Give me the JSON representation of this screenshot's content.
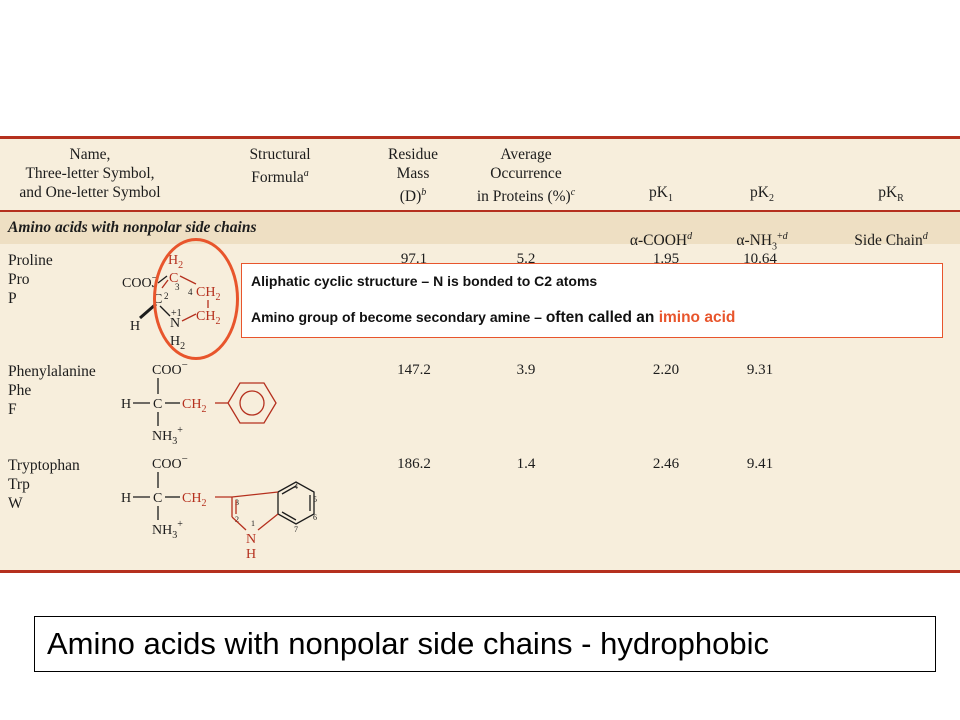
{
  "table": {
    "headers": {
      "name": "Name,\nThree-letter Symbol,\nand One-letter Symbol",
      "formula": "Structural\nFormula",
      "formula_sup": "a",
      "mass": "Residue\nMass\n(D)",
      "mass_sup": "b",
      "occurrence": "Average\nOccurrence\nin Proteins (%)",
      "occurrence_sup": "c",
      "pk1_label": "pK",
      "pk1_sub": "1",
      "pk1_group": "α-COOH",
      "pk1_sup": "d",
      "pk2_label": "pK",
      "pk2_sub": "2",
      "pk2_group": "α-NH",
      "pk2_group_sub": "3",
      "pk2_group_sup": "+",
      "pk2_sup": "d",
      "pkr_label": "pK",
      "pkr_sub": "R",
      "pkr_group": "Side Chain",
      "pkr_sup": "d"
    },
    "section_title": "Amino acids with nonpolar side chains",
    "rows": [
      {
        "name": "Proline\nPro\nP",
        "mass": "97.1",
        "occurrence": "5.2",
        "pk1": "1.95",
        "pk2": "10.64",
        "formula_labels": {
          "coo": "COO",
          "charge_minus": "−",
          "h2_top": "H",
          "two": "2",
          "c_top": "C",
          "ch2_right_top": "CH",
          "ch2_right_bottom": "CH",
          "c_alpha": "C",
          "n3": "3",
          "n4": "4",
          "n2": "2",
          "plus1": "+1",
          "h": "H",
          "n": "N",
          "h2_bottom": "H"
        }
      },
      {
        "name": "Phenylalanine\nPhe\nF",
        "mass": "147.2",
        "occurrence": "3.9",
        "pk1": "2.20",
        "pk2": "9.31",
        "formula_labels": {
          "coo": "COO",
          "charge_minus": "−",
          "h": "H",
          "c": "C",
          "ch2": "CH",
          "two": "2",
          "nh3": "NH",
          "three": "3",
          "plus": "+"
        }
      },
      {
        "name": "Tryptophan\nTrp\nW",
        "mass": "186.2",
        "occurrence": "1.4",
        "pk1": "2.46",
        "pk2": "9.41",
        "formula_labels": {
          "coo": "COO",
          "charge_minus": "−",
          "h": "H",
          "c": "C",
          "ch2": "CH",
          "two": "2",
          "nh3": "NH",
          "three": "3",
          "plus": "+",
          "ring_n": "N",
          "ring_h": "H",
          "r1": "1",
          "r2": "2",
          "r3": "3",
          "r4": "4",
          "r5": "5",
          "r6": "6",
          "r7": "7"
        }
      }
    ]
  },
  "callout": {
    "line1": "Aliphatic cyclic structure – N is bonded to C2 atoms",
    "line2_main": "Amino group of become secondary amine – ",
    "line2_tail": "often called an ",
    "line2_highlight": "imino acid"
  },
  "caption": "Amino acids with nonpolar side chains - hydrophobic",
  "colors": {
    "accent_red": "#b5301e",
    "highlight_orange": "#e8552c",
    "panel_bg": "#f7eedc",
    "band_bg": "#eedfc3"
  }
}
